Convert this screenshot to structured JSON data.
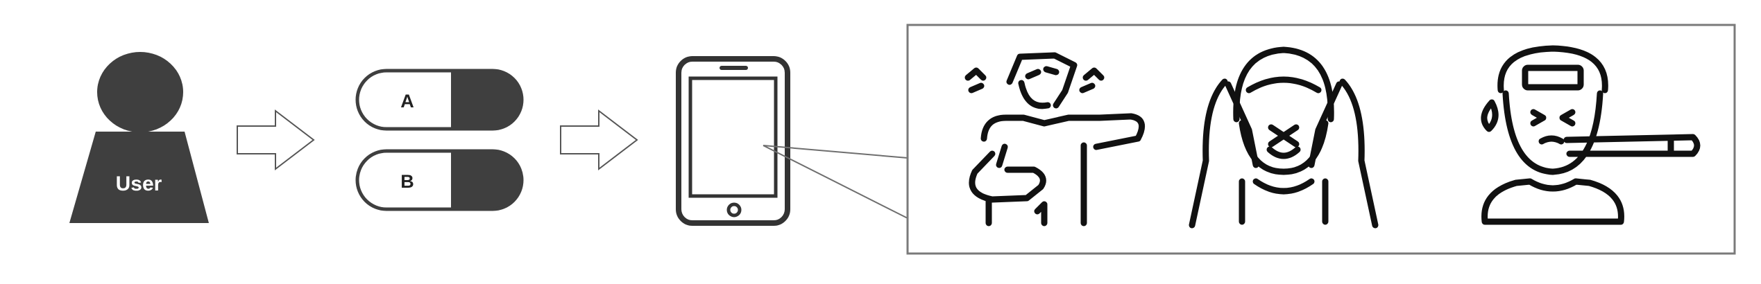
{
  "user": {
    "label": "User"
  },
  "capsules": [
    {
      "label": "A"
    },
    {
      "label": "B"
    }
  ],
  "icons": [
    "user-icon",
    "right-arrow-icon",
    "capsule-icon",
    "smartphone-icon",
    "coughing-person-icon",
    "headache-person-icon",
    "fever-thermometer-icon"
  ],
  "colors": {
    "fill": "#3f3f3f",
    "stroke": "#000000",
    "frame": "#7a7a7a",
    "arrow": "#555555"
  }
}
